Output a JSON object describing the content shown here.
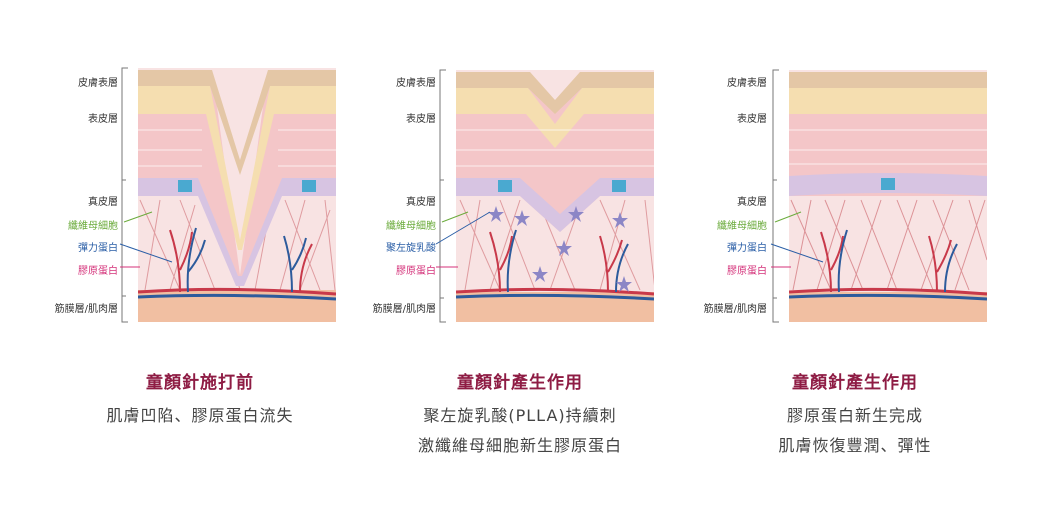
{
  "colors": {
    "title": "#8e1c44",
    "fibroblast_label": "#6bab3c",
    "elastin_label": "#2a5ea6",
    "collagen_label": "#d4327a",
    "elastin_fiber": "#2d5b9c",
    "collagen_fiber": "#c8394a",
    "plla_star": "#8c86c6",
    "epidermis": "#f4c6c8",
    "dermis": "#f8e3e3",
    "fat": "#f1bfa2",
    "surface": "#e4c7a6"
  },
  "panels": [
    {
      "labels": {
        "skin_surface": "皮膚表層",
        "epidermis": "表皮層",
        "dermis": "真皮層",
        "fibroblast": "纖維母細胞",
        "elastin": "彈力蛋白",
        "collagen": "膠原蛋白",
        "fascia_muscle": "筋膜層/肌肉層"
      },
      "title": "童顏針施打前",
      "lines": [
        "肌膚凹陷、膠原蛋白流失"
      ]
    },
    {
      "labels": {
        "skin_surface": "皮膚表層",
        "epidermis": "表皮層",
        "dermis": "真皮層",
        "fibroblast": "纖維母細胞",
        "plla": "聚左旋乳酸",
        "collagen": "膠原蛋白",
        "fascia_muscle": "筋膜層/肌肉層"
      },
      "title": "童顏針產生作用",
      "lines": [
        "聚左旋乳酸(PLLA)持續刺",
        "激纖維母細胞新生膠原蛋白"
      ]
    },
    {
      "labels": {
        "skin_surface": "皮膚表層",
        "epidermis": "表皮層",
        "dermis": "真皮層",
        "fibroblast": "纖維母細胞",
        "elastin": "彈力蛋白",
        "collagen": "膠原蛋白",
        "fascia_muscle": "筋膜層/肌肉層"
      },
      "title": "童顏針產生作用",
      "lines": [
        "膠原蛋白新生完成",
        "肌膚恢復豐潤、彈性"
      ]
    }
  ]
}
